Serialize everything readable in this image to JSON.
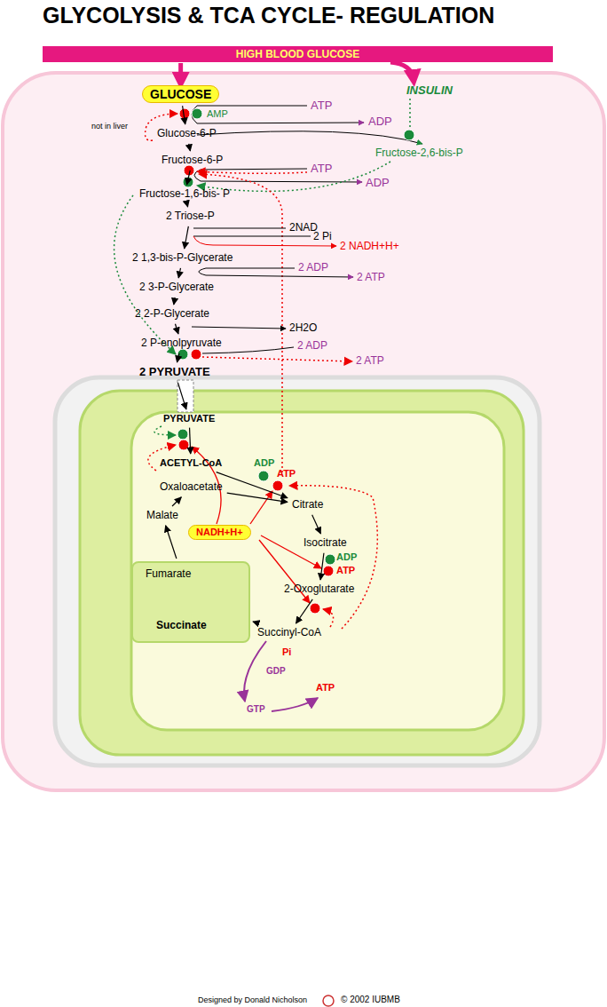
{
  "diagram": {
    "title": "GLYCOLYSIS & TCA CYCLE- REGULATION",
    "nodes": [
      {
        "text": [
          "HIGH BLOOD GLUCOSE"
        ]
      },
      {
        "text": [
          "GLUCOSE"
        ]
      },
      {
        "text": [
          "Glucose-6-P"
        ]
      },
      {
        "text": [
          "Fructose-6-P"
        ]
      },
      {
        "text": [
          "Fructose-1,6-bis- P"
        ]
      },
      {
        "text": [
          "2 Triose-P"
        ]
      },
      {
        "text": [
          "2 1,3-bis-P-Glycerate"
        ]
      },
      {
        "text": [
          "2 3-P-Glycerate"
        ]
      },
      {
        "text": [
          "2 2-P-Glycerate"
        ]
      },
      {
        "text": [
          "2 P-enolpyruvate"
        ]
      },
      {
        "text": [
          "2 PYRUVATE"
        ]
      },
      {
        "text": [
          "PYRUVATE"
        ]
      },
      {
        "text": [
          "ACETYL-CoA"
        ]
      },
      {
        "text": [
          "Oxaloacetate"
        ]
      },
      {
        "text": [
          "Citrate"
        ]
      },
      {
        "text": [
          "Isocitrate"
        ]
      },
      {
        "text": [
          "2-Oxoglutarate"
        ]
      },
      {
        "text": [
          "Succinyl-CoA"
        ]
      },
      {
        "text": [
          "Fumarate",
          "Succinate"
        ]
      },
      {
        "text": [
          "Malate"
        ]
      },
      {
        "text": [
          "NADH+H+"
        ]
      }
    ],
    "edges": [
      {
        "from": 0,
        "to": 1,
        "arrow": "to"
      },
      {
        "from": 1,
        "to": 2,
        "arrow": "to"
      },
      {
        "from": 2,
        "to": 3,
        "arrow": "to"
      },
      {
        "from": 3,
        "to": 4,
        "arrow": "to"
      },
      {
        "from": 4,
        "to": 5,
        "arrow": "to"
      },
      {
        "from": 5,
        "to": 6,
        "arrow": "to"
      },
      {
        "from": 6,
        "to": 7,
        "arrow": "to"
      },
      {
        "from": 7,
        "to": 8,
        "arrow": "to"
      },
      {
        "from": 8,
        "to": 9,
        "arrow": "to"
      },
      {
        "from": 9,
        "to": 10,
        "arrow": "to"
      },
      {
        "from": 10,
        "to": 11,
        "arrow": "to"
      },
      {
        "from": 11,
        "to": 12,
        "arrow": "to"
      },
      {
        "from": 12,
        "to": 14,
        "arrow": "to"
      },
      {
        "from": 13,
        "to": 14,
        "arrow": "to"
      },
      {
        "from": 14,
        "to": 15,
        "arrow": "to"
      },
      {
        "from": 15,
        "to": 16,
        "arrow": "to"
      },
      {
        "from": 16,
        "to": 17,
        "arrow": "to"
      },
      {
        "from": 17,
        "to": 18,
        "arrow": "to"
      },
      {
        "from": 18,
        "to": 19,
        "arrow": "to"
      },
      {
        "from": 19,
        "to": 13,
        "arrow": "to"
      }
    ],
    "labels": [
      "ATP",
      "AMP",
      "ADP",
      "not in liver",
      "INSULIN",
      "Fructose-2,6-bis-P",
      "ATP",
      "ADP",
      "2NAD",
      "2 Pi",
      "2 NADH+H+",
      "2 ADP",
      "2 ATP",
      "2H2O",
      "2 ADP",
      "2 ATP",
      "ADP",
      "ATP",
      "ADP",
      "ATP",
      "Pi",
      "GDP",
      "GTP",
      "ATP",
      "Designed by Donald Nicholson",
      "© 2002 IUBMB"
    ]
  }
}
